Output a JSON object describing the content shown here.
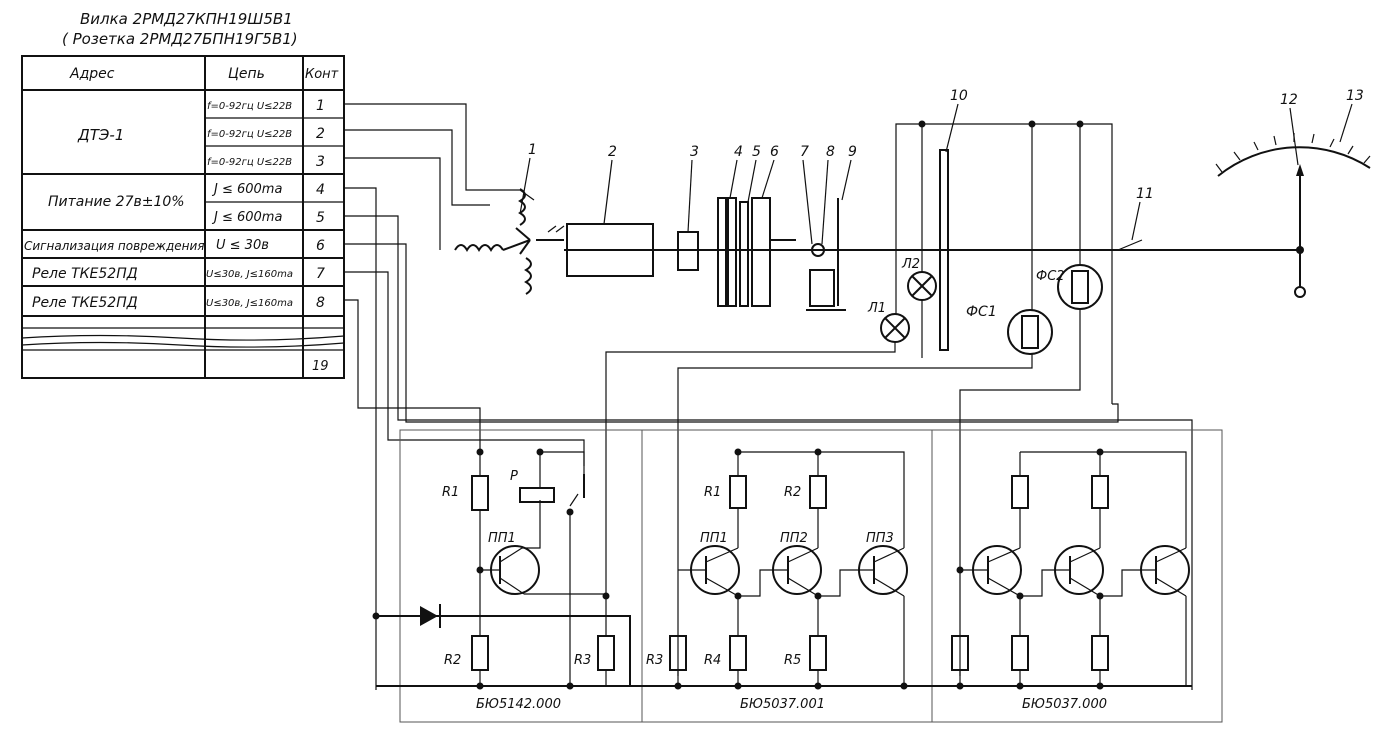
{
  "plug": {
    "line1": "Вилка 2РМД27КПН19Ш5В1",
    "line2": "( Розетка 2РМД27БПН19Г5В1)"
  },
  "table": {
    "headers": [
      "Адрес",
      "Цепь",
      "Конт"
    ],
    "groups": [
      {
        "label": "ДТЭ-1"
      },
      {
        "label": "Питание 27в±10%"
      },
      {
        "label": "Сигнализация повреждения"
      },
      {
        "label": "Реле ТКЕ52ПД"
      },
      {
        "label": "Реле ТКЕ52ПД"
      }
    ],
    "rows": [
      {
        "circuit": "f=0-92гц U≤22В",
        "contact": "1"
      },
      {
        "circuit": "f=0-92гц U≤22В",
        "contact": "2"
      },
      {
        "circuit": "f=0-92гц U≤22В",
        "contact": "3"
      },
      {
        "circuit": "J ≤ 600ma",
        "contact": "4"
      },
      {
        "circuit": "J ≤ 600ma",
        "contact": "5"
      },
      {
        "circuit": "U ≤ 30в",
        "contact": "6"
      },
      {
        "circuit": "U≤30в, J≤160ma",
        "contact": "7"
      },
      {
        "circuit": "U≤30в, J≤160ma",
        "contact": "8"
      }
    ],
    "last_contact": "19"
  },
  "callouts": [
    "1",
    "2",
    "3",
    "4",
    "5",
    "6",
    "7",
    "8",
    "9",
    "10",
    "11",
    "12",
    "13"
  ],
  "optics": {
    "lamp1": "Л1",
    "lamp2": "Л2",
    "photo1": "ФС1",
    "photo2": "ФС2"
  },
  "boards": {
    "board1": {
      "name": "БЮ5142.000",
      "R1": "R1",
      "R2": "R2",
      "R3": "R3",
      "relay": "Р",
      "tr1": "ПП1"
    },
    "board2": {
      "name": "БЮ5037.001",
      "R1": "R1",
      "R2": "R2",
      "R3": "R3",
      "R4": "R4",
      "R5": "R5",
      "tr1": "ПП1",
      "tr2": "ПП2",
      "tr3": "ПП3"
    },
    "board3": {
      "name": "БЮ5037.000"
    }
  }
}
